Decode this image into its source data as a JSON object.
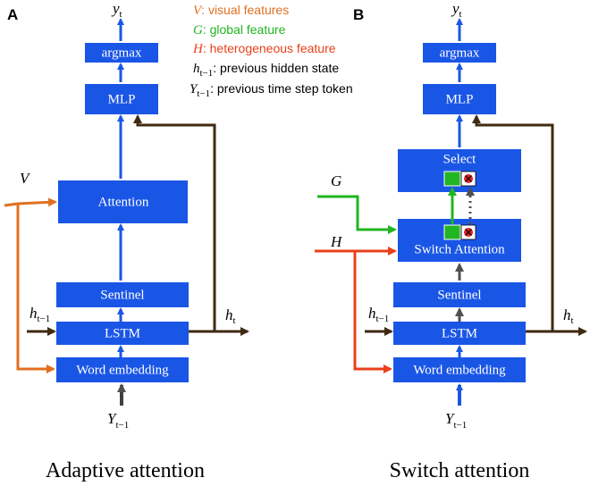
{
  "panels": {
    "a": {
      "letter": "A",
      "caption": "Adaptive attention"
    },
    "b": {
      "letter": "B",
      "caption": "Switch attention"
    }
  },
  "blocks": {
    "argmax": "argmax",
    "mlp": "MLP",
    "attention": "Attention",
    "select": "Select",
    "switch_attention": "Switch Attention",
    "sentinel": "Sentinel",
    "lstm": "LSTM",
    "word_embedding": "Word embedding"
  },
  "symbols": {
    "y": "y",
    "y_sub": "t",
    "h": "h",
    "h_sub": "t",
    "h_prev": "h",
    "h_prev_sub": "t−1",
    "Y": "Y",
    "Y_sub": "t−1",
    "V": "V",
    "G": "G",
    "H": "H"
  },
  "legend": [
    {
      "key": "V",
      "text": ": visual features",
      "color": "#e07020"
    },
    {
      "key": "G",
      "text": ": global feature",
      "color": "#22b522"
    },
    {
      "key": "H",
      "text": ": heterogeneous feature",
      "color": "#e8401a"
    },
    {
      "key": "h",
      "sub": "t−1",
      "text": ": previous hidden state",
      "color": "#000000"
    },
    {
      "key": "Y",
      "sub": "t−1",
      "text": ": previous time step token",
      "color": "#000000"
    }
  ],
  "colors": {
    "block": "#1a56e6",
    "flow": "#1a56e6",
    "hidden": "#3f2a12",
    "visual": "#e07020",
    "global": "#22b522",
    "hetero": "#e8401a",
    "gate_green": "#22b522",
    "gate_red": "#e02020"
  }
}
